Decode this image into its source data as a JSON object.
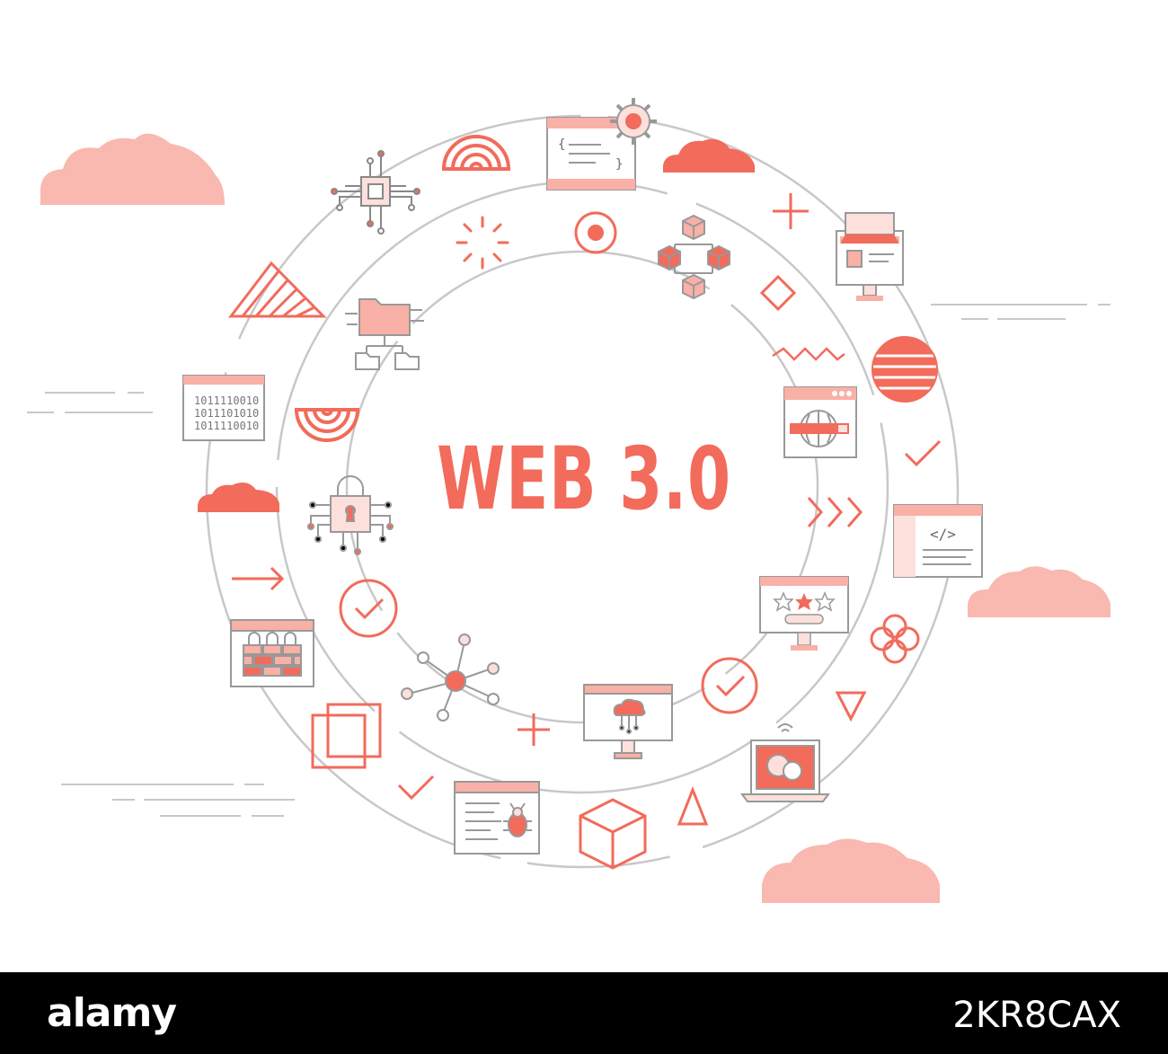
{
  "title": "WEB 3.0",
  "binary_lines": [
    "1011110010",
    "1011101010",
    "1011110010"
  ],
  "code_tag": "</>",
  "code_brace_open": "{",
  "code_brace_close": "}",
  "footer": {
    "brand": "alamy",
    "image_id": "2KR8CAX"
  },
  "colors": {
    "accent": "#f26b5b",
    "accent_light": "#f9b0a6",
    "accent_fill": "#fde0db",
    "cloud": "#f9b8b0",
    "ring": "#c8c8c8",
    "outline": "#9a9a9a",
    "footer_bg": "#000000"
  },
  "icons": [
    "chip-circuit-icon",
    "rainbow-icon",
    "code-settings-window-icon",
    "cloud-icon",
    "plus-icon",
    "online-shop-icon",
    "blockchain-cubes-icon",
    "target-icon",
    "sparkle-icon",
    "striped-triangle-icon",
    "folder-network-icon",
    "diamond-icon",
    "zigzag-icon",
    "striped-circle-icon",
    "web-browser-globe-icon",
    "binary-window-icon",
    "half-rainbow-icon",
    "checkmark-icon",
    "cyber-lock-icon",
    "chevrons-right-icon",
    "code-window-icon",
    "arrow-right-icon",
    "check-circle-icon",
    "rating-monitor-icon",
    "flower-shape-icon",
    "firewall-window-icon",
    "network-nodes-icon",
    "cloud-monitor-icon",
    "triangle-down-icon",
    "overlapping-squares-icon",
    "laptop-chat-icon",
    "bug-window-icon",
    "cube-icon",
    "triangle-up-icon"
  ]
}
